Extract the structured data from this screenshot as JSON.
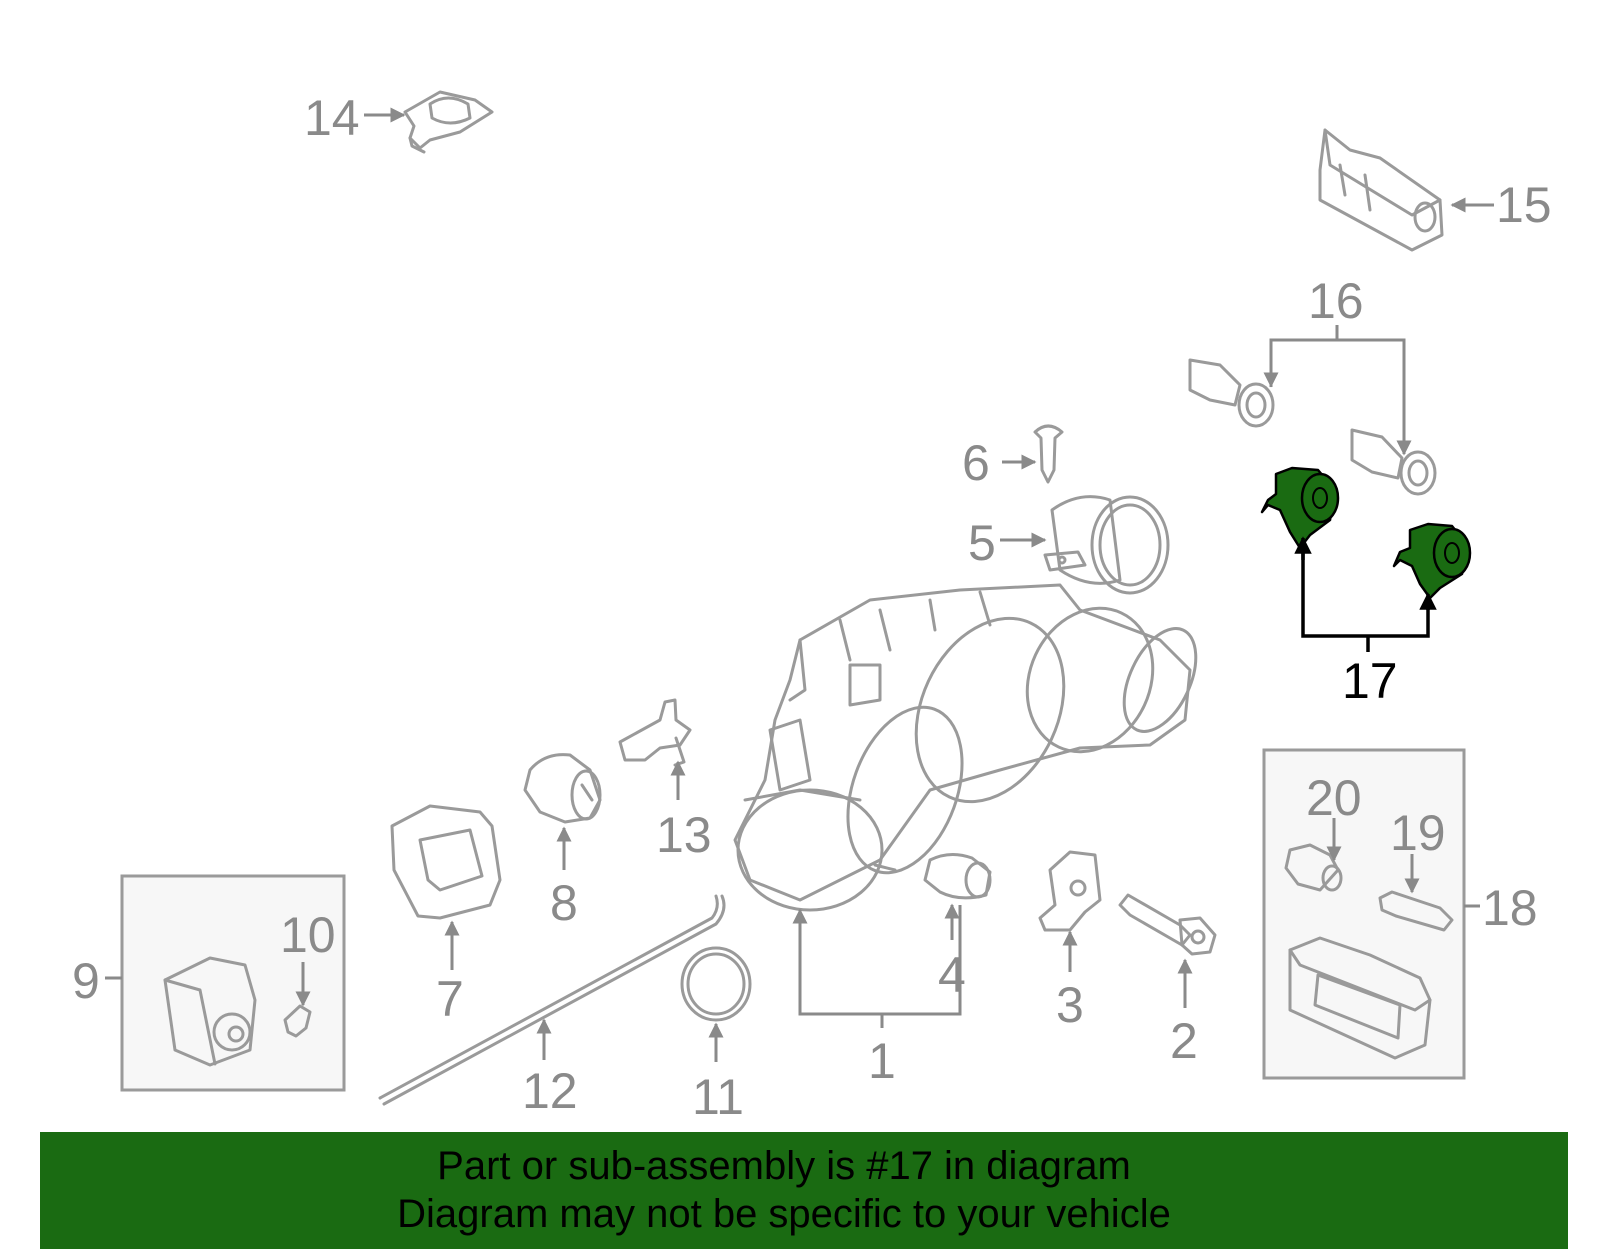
{
  "highlighted_part": "17",
  "callouts": {
    "p1": "1",
    "p2": "2",
    "p3": "3",
    "p4": "4",
    "p5": "5",
    "p6": "6",
    "p7": "7",
    "p8": "8",
    "p9": "9",
    "p10": "10",
    "p11": "11",
    "p12": "12",
    "p13": "13",
    "p14": "14",
    "p15": "15",
    "p16": "16",
    "p17": "17",
    "p18": "18",
    "p19": "19",
    "p20": "20"
  },
  "banner": {
    "line1": "Part or sub-assembly is #17 in diagram",
    "line2": "Diagram may not be specific to your vehicle",
    "color": "#1a6b12"
  },
  "colors": {
    "highlight": "#1a6b12",
    "line_art": "#9a9a9a"
  }
}
